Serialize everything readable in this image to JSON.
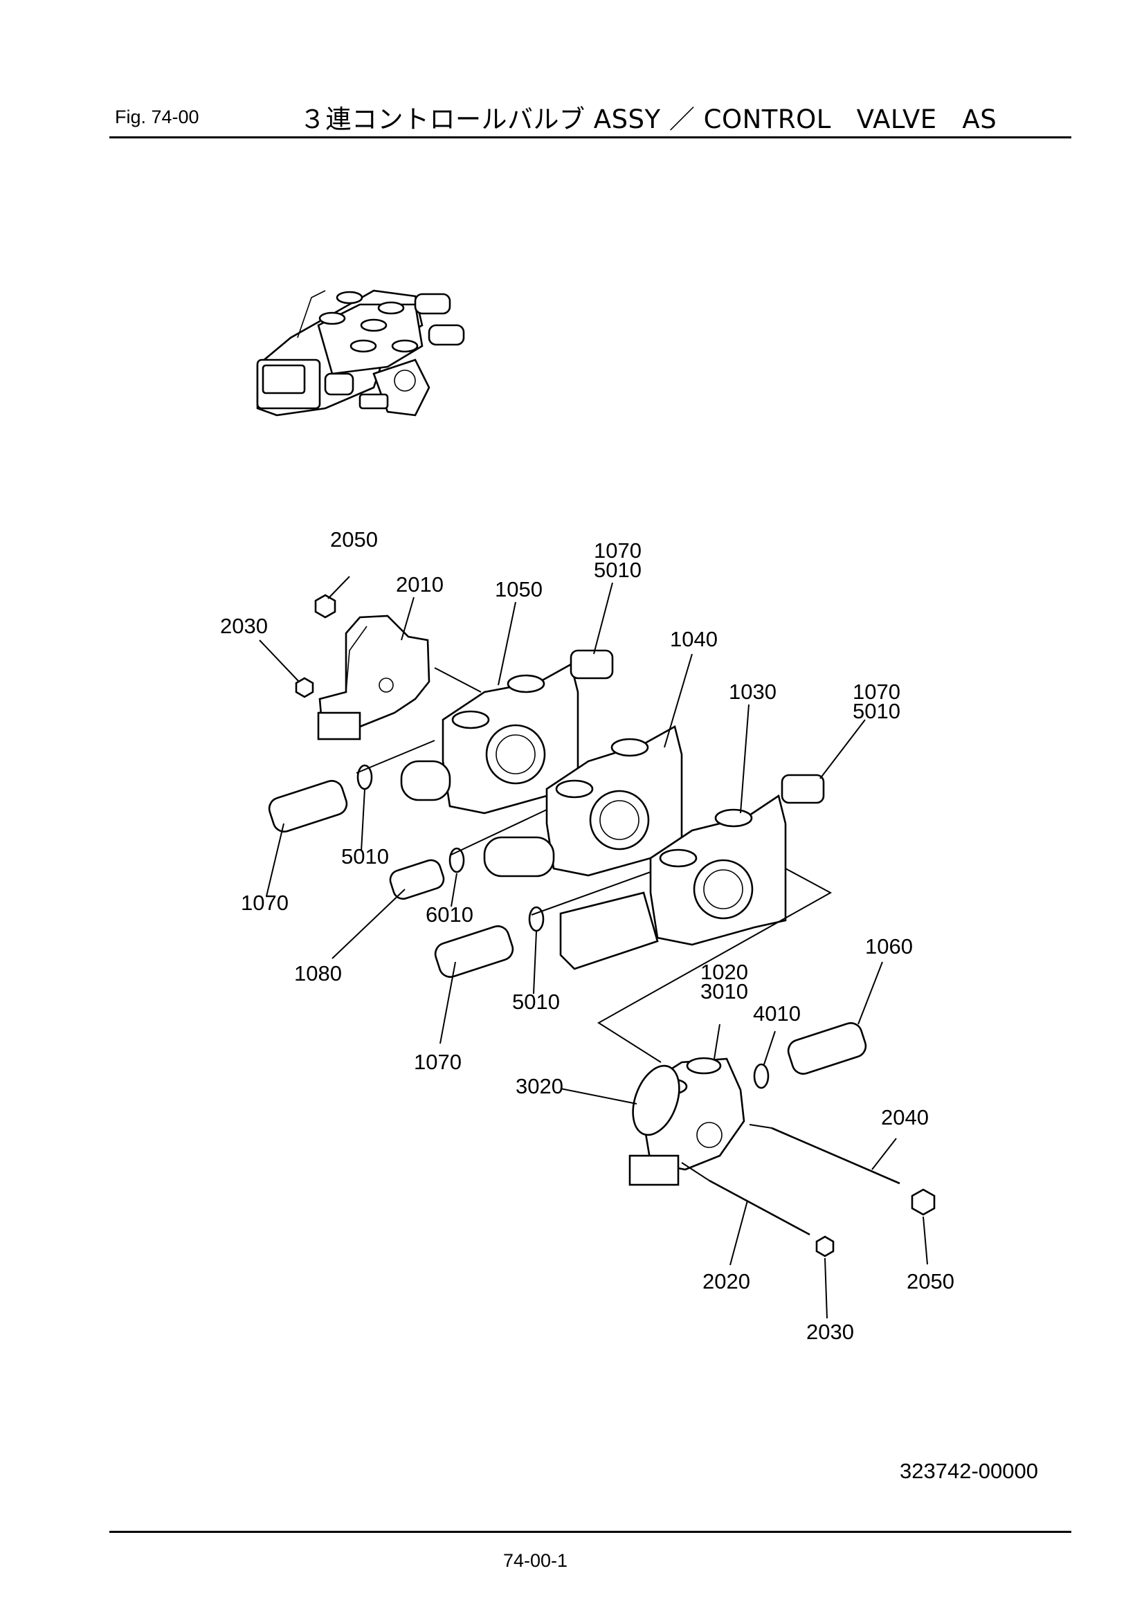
{
  "header": {
    "fig_label": "Fig.  74-00",
    "title": "３連コントロールバルブ ASSY ／ CONTROL   VALVE   AS"
  },
  "callouts": [
    {
      "id": "c2050a",
      "text": "2050"
    },
    {
      "id": "c2010",
      "text": "2010"
    },
    {
      "id": "c1050",
      "text": "1050"
    },
    {
      "id": "c1070a",
      "text": "1070"
    },
    {
      "id": "c5010a",
      "text": "5010"
    },
    {
      "id": "c2030a",
      "text": "2030"
    },
    {
      "id": "c1040",
      "text": "1040"
    },
    {
      "id": "c1030",
      "text": "1030"
    },
    {
      "id": "c1070b",
      "text": "1070"
    },
    {
      "id": "c5010b",
      "text": "5010"
    },
    {
      "id": "c5010c",
      "text": "5010"
    },
    {
      "id": "c1070c",
      "text": "1070"
    },
    {
      "id": "c6010",
      "text": "6010"
    },
    {
      "id": "c1080",
      "text": "1080"
    },
    {
      "id": "c1060",
      "text": "1060"
    },
    {
      "id": "c1020",
      "text": "1020"
    },
    {
      "id": "c3010",
      "text": "3010"
    },
    {
      "id": "c4010",
      "text": "4010"
    },
    {
      "id": "c5010d",
      "text": "5010"
    },
    {
      "id": "c1070d",
      "text": "1070"
    },
    {
      "id": "c3020",
      "text": "3020"
    },
    {
      "id": "c2040",
      "text": "2040"
    },
    {
      "id": "c2020",
      "text": "2020"
    },
    {
      "id": "c2050b",
      "text": "2050"
    },
    {
      "id": "c2030b",
      "text": "2030"
    }
  ],
  "footer": {
    "doc_number": "323742-00000",
    "page_number": "74-00-1"
  }
}
